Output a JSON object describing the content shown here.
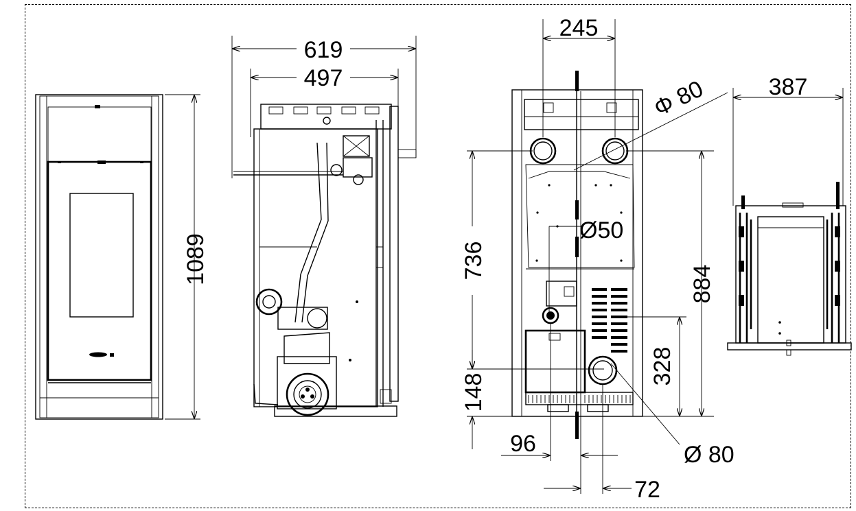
{
  "dimensions": {
    "front_height": "1089",
    "side_width_total": "619",
    "side_width_body": "497",
    "rear_top_spacing": "245",
    "rear_flue_diameter_top": "Φ 80",
    "rear_diameter_center": "Ø50",
    "rear_height_736": "736",
    "rear_height_884": "884",
    "rear_height_328": "328",
    "rear_height_148": "148",
    "rear_offset_96": "96",
    "rear_offset_72": "72",
    "rear_flue_diameter_bottom": "Ø 80",
    "top_view_width": "387"
  }
}
